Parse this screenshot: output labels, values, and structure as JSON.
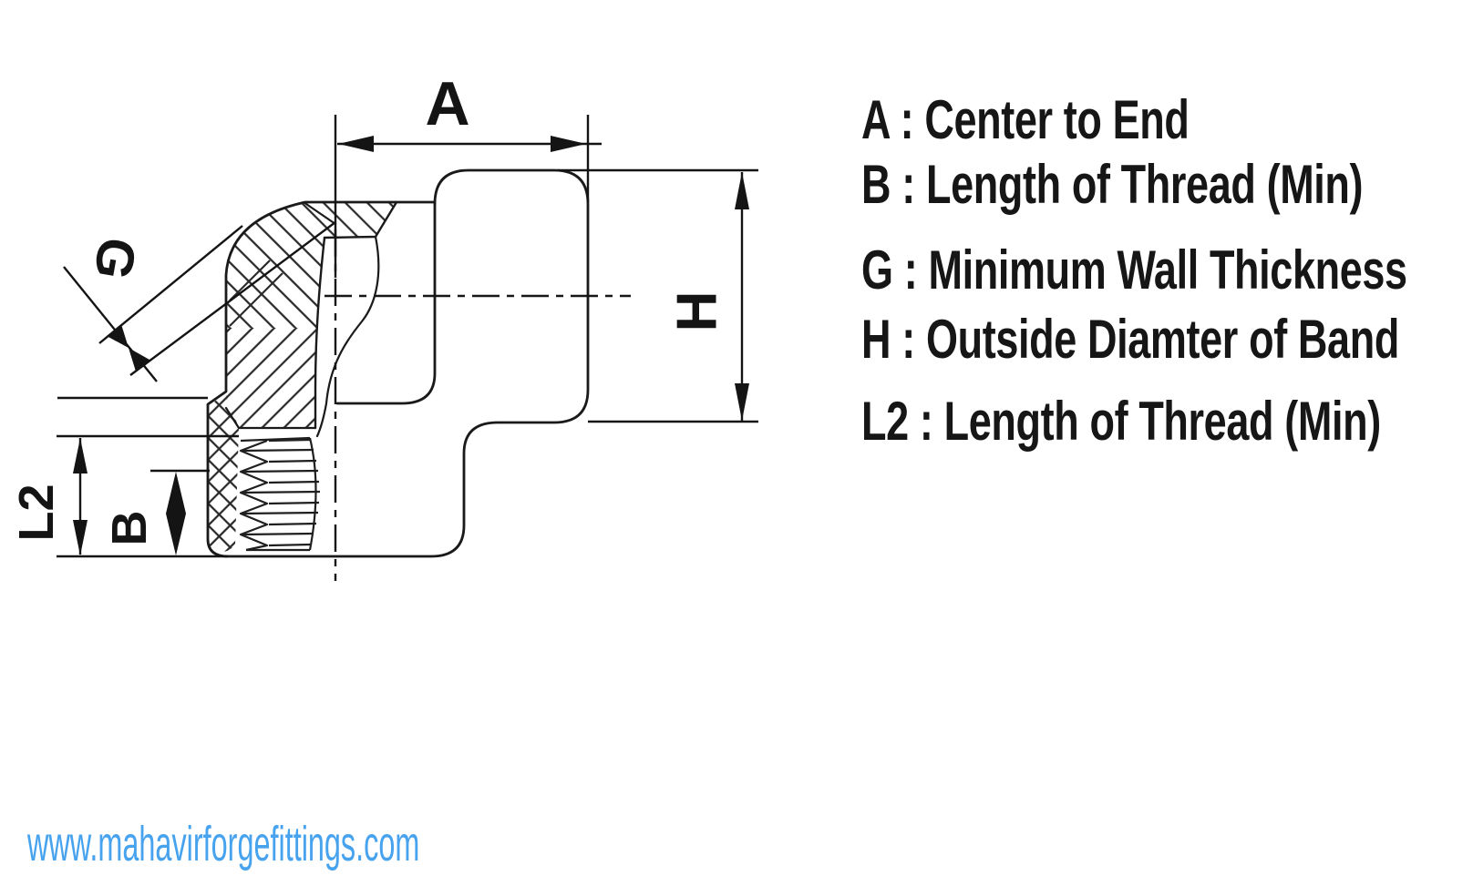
{
  "drawing": {
    "title": "threaded-elbow-section-drawing",
    "dim_labels": {
      "a": "A",
      "g": "G",
      "h": "H",
      "l2": "L2",
      "b": "B"
    }
  },
  "legend": {
    "items": [
      {
        "key": "A",
        "text": "A : Center to End"
      },
      {
        "key": "B",
        "text": "B : Length of Thread (Min)"
      },
      {
        "key": "G",
        "text": "G : Minimum Wall Thickness"
      },
      {
        "key": "H",
        "text": "H : Outside Diamter of Band"
      },
      {
        "key": "L2",
        "text": "L2 : Length of Thread (Min)"
      }
    ]
  },
  "footer": {
    "url": "www.mahavirforgefittings.com"
  },
  "colors": {
    "line": "#1a1a1a",
    "url_blue": "#47a3ee",
    "text": "#161616",
    "background": "#ffffff"
  }
}
